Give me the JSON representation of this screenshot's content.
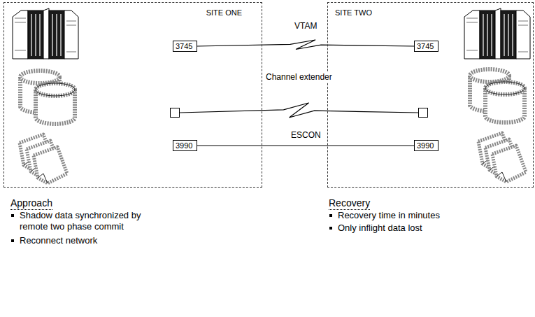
{
  "diagram": {
    "nodes": [
      {
        "text": [
          "SITE ONE"
        ]
      },
      {
        "text": [
          "3745"
        ],
        "in": 0
      },
      {
        "text": [],
        "in": 0
      },
      {
        "text": [
          "3990"
        ],
        "in": 0
      },
      {
        "text": [
          "SITE TWO"
        ]
      },
      {
        "text": [
          "3745"
        ],
        "in": 4
      },
      {
        "text": [],
        "in": 4
      },
      {
        "text": [
          "3990"
        ],
        "in": 4
      }
    ],
    "edges": [
      {
        "from": 1,
        "to": 5,
        "label": "VTAM",
        "arrow": "none"
      },
      {
        "from": 2,
        "to": 6,
        "label": "Channel extender",
        "arrow": "none"
      },
      {
        "from": 3,
        "to": 7,
        "label": "ESCON",
        "arrow": "none"
      }
    ],
    "labels": [
      "Approach",
      "Shadow data synchronized by remote two phase commit",
      "Reconnect network",
      "Recovery",
      "Recovery time in minutes",
      "Only inflight data lost"
    ]
  }
}
